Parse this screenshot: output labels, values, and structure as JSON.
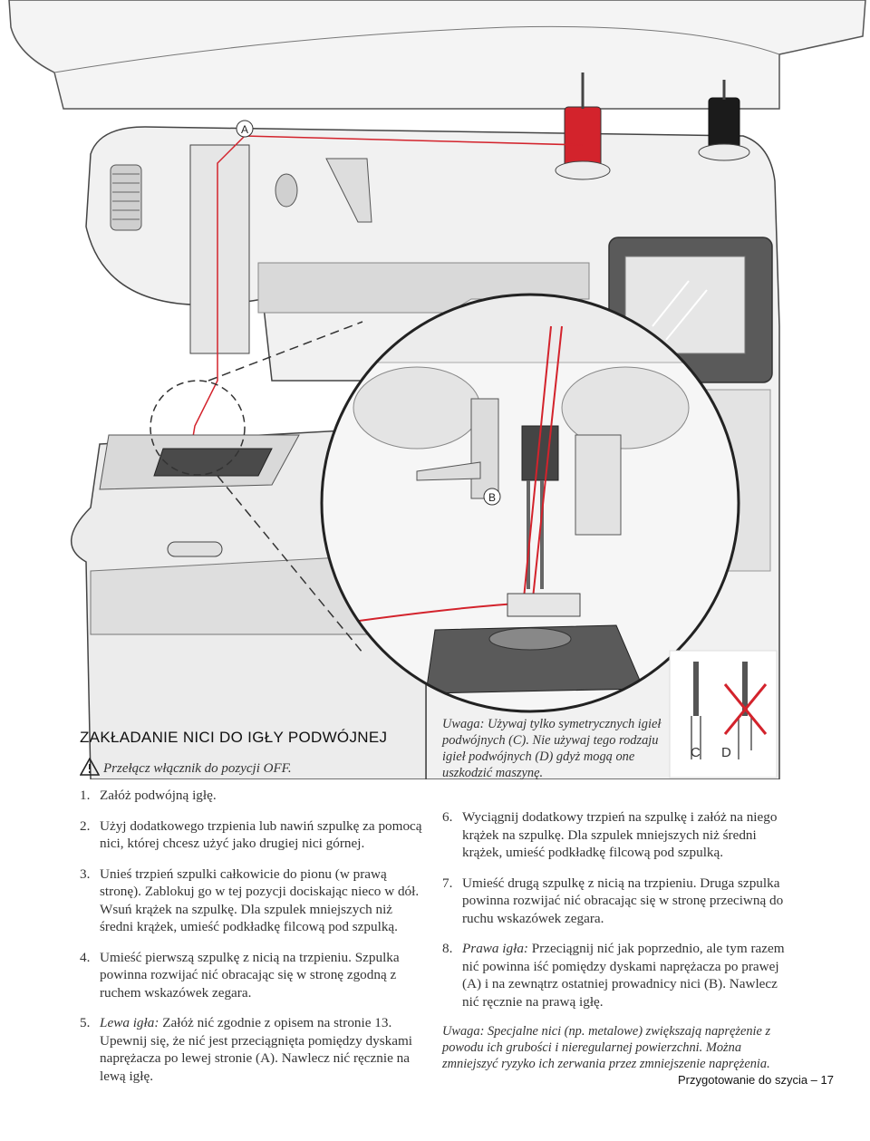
{
  "illustration": {
    "callouts": [
      "A",
      "B"
    ],
    "needle_labels": [
      "C",
      "D"
    ],
    "thread_color": "#d3232c",
    "spool_colors": [
      "#d3232c",
      "#1b1b1b"
    ],
    "icons": [
      "sewing-machine-illustration",
      "zoom-circle",
      "twin-needle-diagram",
      "cross-mark"
    ]
  },
  "title": "ZAKŁADANIE NICI DO IGŁY PODWÓJNEJ",
  "warning": {
    "icon": "warning-triangle-icon",
    "text": "Przełącz włącznik do pozycji OFF."
  },
  "left_steps": [
    {
      "num": "1.",
      "label": "",
      "text": "Załóż podwójną igłę."
    },
    {
      "num": "2.",
      "label": "",
      "text": "Użyj dodatkowego trzpienia lub nawiń szpulkę za pomocą nici, której chcesz użyć jako drugiej nici górnej."
    },
    {
      "num": "3.",
      "label": "",
      "text": "Unieś trzpień szpulki całkowicie do pionu (w prawą stronę). Zablokuj go w tej pozycji dociskając nieco w dół. Wsuń krążek na szpulkę. Dla szpulek mniejszych niż średni krążek, umieść podkładkę filcową pod szpulką."
    },
    {
      "num": "4.",
      "label": "",
      "text": "Umieść pierwszą szpulkę z nicią na trzpieniu. Szpulka powinna rozwijać nić obracając się w stronę zgodną z ruchem wskazówek zegara."
    },
    {
      "num": "5.",
      "label": "Lewa igła:",
      "text": " Załóż nić zgodnie z opisem na stronie 13. Upewnij się, że nić jest przeciągnięta pomiędzy dyskami naprężacza po lewej stronie (A). Nawlecz nić ręcznie na lewą igłę."
    }
  ],
  "note_top": {
    "label": "Uwaga:",
    "text": " Używaj tylko symetrycznych igieł podwójnych (C). Nie używaj tego rodzaju igieł podwójnych (D) gdyż mogą one uszkodzić maszynę."
  },
  "right_steps": [
    {
      "num": "6.",
      "label": "",
      "text": "Wyciągnij dodatkowy trzpień na szpulkę i załóż na niego krążek na szpulkę. Dla szpulek mniejszych niż średni krążek, umieść podkładkę filcową pod szpulką."
    },
    {
      "num": "7.",
      "label": "",
      "text": "Umieść drugą szpulkę z nicią na trzpieniu. Druga szpulka powinna rozwijać nić obracając się w stronę przeciwną do ruchu wskazówek zegara."
    },
    {
      "num": "8.",
      "label": "Prawa igła:",
      "text": " Przeciągnij nić jak poprzednio, ale tym razem nić powinna iść pomiędzy dyskami naprężacza po prawej (A) i na zewnątrz ostatniej prowadnicy nici (B). Nawlecz nić ręcznie na prawą igłę."
    }
  ],
  "note_bottom": {
    "label": "Uwaga:",
    "text": " Specjalne nici (np. metalowe) zwiększają naprężenie z powodu ich grubości i nieregularnej powierzchni. Można zmniejszyć ryzyko ich zerwania przez zmniejszenie naprężenia."
  },
  "footer": "Przygotowanie do szycia – 17"
}
